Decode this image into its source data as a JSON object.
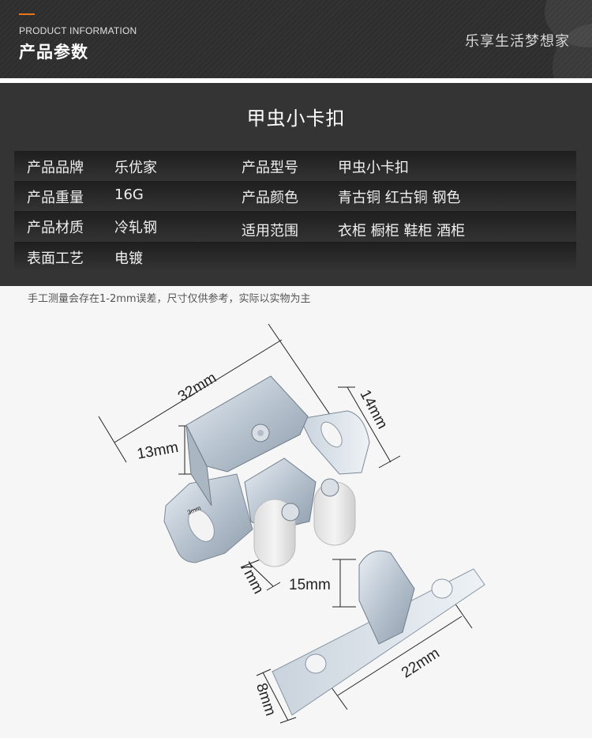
{
  "header": {
    "accent_color": "#e8741c",
    "subtitle_en": "PRODUCT INFORMATION",
    "title_cn": "产品参数",
    "slogan": "乐享生活梦想家"
  },
  "spec_panel": {
    "title": "甲虫小卡扣",
    "rows": [
      {
        "label1": "产品品牌",
        "value1": "乐优家",
        "label2": "产品型号",
        "value2": "甲虫小卡扣"
      },
      {
        "label1": "产品重量",
        "value1": "16G",
        "label2": "产品颜色",
        "value2": "青古铜 红古铜 钢色"
      },
      {
        "label1": "产品材质",
        "value1": "冷轧钢",
        "label2": "适用范围",
        "value2": "衣柜 橱柜 鞋柜 酒柜"
      },
      {
        "label1": "表面工艺",
        "value1": "电镀",
        "label2": "",
        "value2": ""
      }
    ]
  },
  "note": "手工测量会存在1-2mm误差，尺寸仅供参考，实际以实物为主",
  "dimensions": {
    "length": "32mm",
    "height": "13mm",
    "depth": "14mm",
    "hole": "3mm",
    "roller": "7mm",
    "strike_height": "15mm",
    "strike_length": "22mm",
    "strike_width": "8mm"
  }
}
